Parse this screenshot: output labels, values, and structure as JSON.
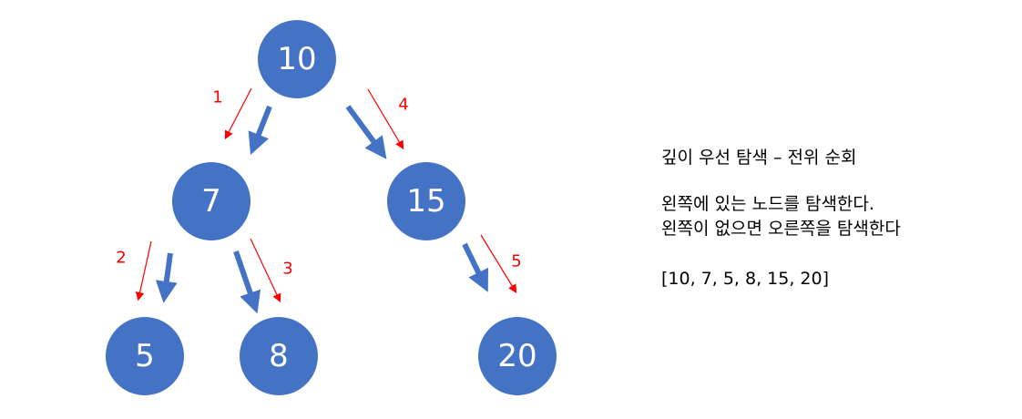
{
  "tree": {
    "nodes": [
      {
        "id": "n10",
        "label": "10"
      },
      {
        "id": "n7",
        "label": "7"
      },
      {
        "id": "n15",
        "label": "15"
      },
      {
        "id": "n5",
        "label": "5"
      },
      {
        "id": "n8",
        "label": "8"
      },
      {
        "id": "n20",
        "label": "20"
      }
    ],
    "edges": [
      {
        "from": "n10",
        "to": "n7"
      },
      {
        "from": "n10",
        "to": "n15"
      },
      {
        "from": "n7",
        "to": "n5"
      },
      {
        "from": "n7",
        "to": "n8"
      },
      {
        "from": "n15",
        "to": "n20"
      }
    ],
    "steps": [
      "1",
      "2",
      "3",
      "4",
      "5"
    ]
  },
  "description": {
    "title": "깊이 우선 탐색 – 전위 순회",
    "line1": "왼쪽에 있는 노드를 탐색한다.",
    "line2": "왼쪽이 없으면 오른쪽을 탐색한다",
    "result": "[10, 7, 5, 8, 15, 20]"
  },
  "colors": {
    "node_fill": "#4472C4",
    "node_text": "#FFFFFF",
    "thick_arrow": "#4472C4",
    "thin_arrow": "#FF0000",
    "step_label": "#FF0000"
  }
}
